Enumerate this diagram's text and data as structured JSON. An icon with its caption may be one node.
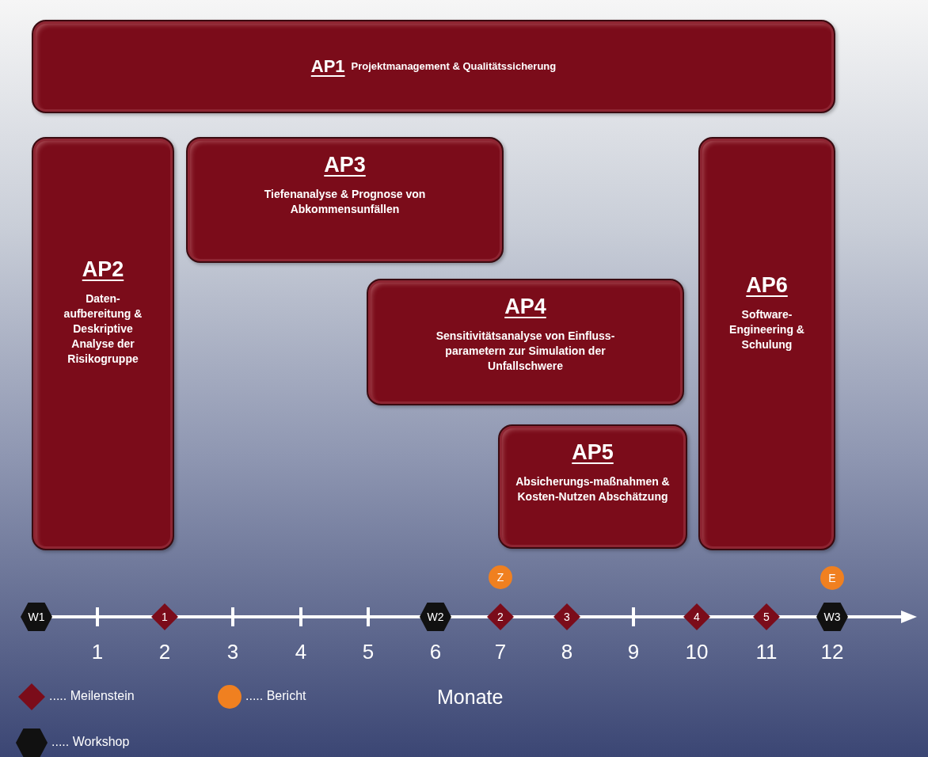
{
  "diagram": {
    "nodes": [
      {
        "text": [
          "AP1",
          "Projektmanagement & Qualitätssicherung"
        ]
      },
      {
        "text": [
          "AP2",
          "Daten-aufbereitung & Deskriptive Analyse der Risikogruppe"
        ]
      },
      {
        "text": [
          "AP3",
          "Tiefenanalyse & Prognose von Abkommensunfällen"
        ]
      },
      {
        "text": [
          "AP4",
          "Sensitivitätsanalyse von Einfluss-parametern zur Simulation der Unfallschwere"
        ]
      },
      {
        "text": [
          "AP5",
          "Absicherungs-maßnahmen & Kosten-Nutzen Abschätzung"
        ]
      },
      {
        "text": [
          "AP6",
          "Software-Engineering & Schulung"
        ]
      },
      {
        "text": [
          "Z"
        ]
      },
      {
        "text": [
          "E"
        ]
      },
      {
        "text": [
          "W1"
        ]
      },
      {
        "text": [
          "1"
        ]
      },
      {
        "text": [
          "W2"
        ]
      },
      {
        "text": [
          "2"
        ]
      },
      {
        "text": [
          "3"
        ]
      },
      {
        "text": [
          "4"
        ]
      },
      {
        "text": [
          "5"
        ]
      },
      {
        "text": [
          "W3"
        ]
      }
    ],
    "labels": [
      "1",
      "2",
      "3",
      "4",
      "5",
      "6",
      "7",
      "8",
      "9",
      "10",
      "11",
      "12",
      "Monate"
    ],
    "legend": [
      {
        "text": "..... Meilenstein",
        "color": "#7b0c1a"
      },
      {
        "text": "..... Bericht",
        "color": "#f08020"
      },
      {
        "text": "..... Workshop",
        "color": "#111111"
      }
    ]
  }
}
